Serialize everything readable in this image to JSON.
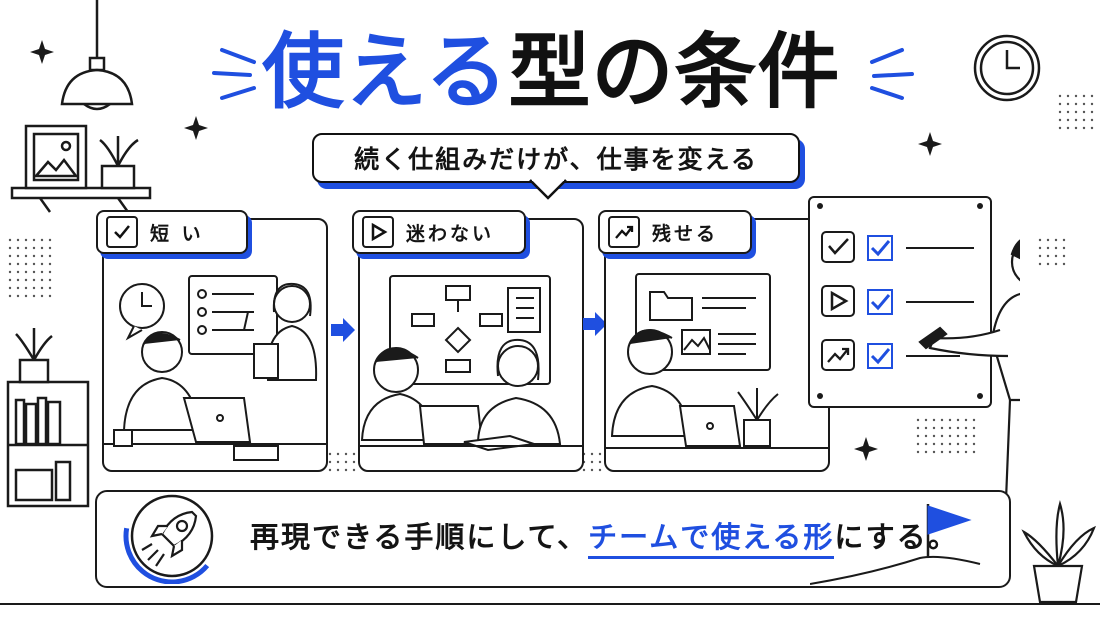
{
  "title": {
    "blue": "使える",
    "black": "型の条件"
  },
  "subtitle": "続く仕組みだけが、仕事を変える",
  "steps": [
    {
      "label": "短 い",
      "icon": "check-icon"
    },
    {
      "label": "迷わない",
      "icon": "play-icon"
    },
    {
      "label": "残せる",
      "icon": "trend-icon"
    }
  ],
  "bottom": {
    "before": "再現できる手順にして、",
    "highlight": "チームで使える形",
    "after": "にする。"
  },
  "board": {
    "rows": [
      "check-icon",
      "play-icon",
      "trend-icon"
    ]
  },
  "colors": {
    "accent": "#1f4fe0",
    "ink": "#141414"
  }
}
